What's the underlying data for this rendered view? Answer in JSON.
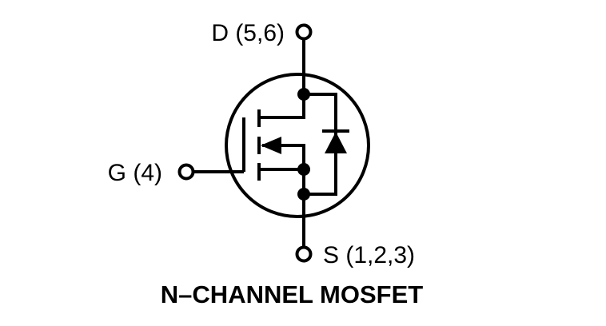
{
  "diagram": {
    "kind": "transistor-schematic",
    "caption": "N–CHANNEL MOSFET",
    "terminals": {
      "drain": {
        "label": "D (5,6)"
      },
      "gate": {
        "label": "G (4)"
      },
      "source": {
        "label": "S (1,2,3)"
      }
    },
    "colors": {
      "ink": "#000000",
      "background": "#ffffff"
    }
  }
}
